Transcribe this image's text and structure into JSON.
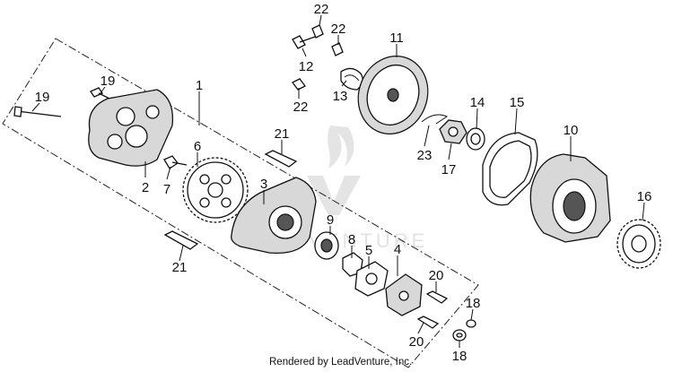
{
  "diagram": {
    "callouts": [
      {
        "id": "c1",
        "text": "1"
      },
      {
        "id": "c2",
        "text": "2"
      },
      {
        "id": "c3",
        "text": "3"
      },
      {
        "id": "c4",
        "text": "4"
      },
      {
        "id": "c5",
        "text": "5"
      },
      {
        "id": "c6",
        "text": "6"
      },
      {
        "id": "c7",
        "text": "7"
      },
      {
        "id": "c8",
        "text": "8"
      },
      {
        "id": "c9",
        "text": "9"
      },
      {
        "id": "c10",
        "text": "10"
      },
      {
        "id": "c11",
        "text": "11"
      },
      {
        "id": "c12",
        "text": "12"
      },
      {
        "id": "c13",
        "text": "13"
      },
      {
        "id": "c14",
        "text": "14"
      },
      {
        "id": "c15",
        "text": "15"
      },
      {
        "id": "c16",
        "text": "16"
      },
      {
        "id": "c17",
        "text": "17"
      },
      {
        "id": "c18a",
        "text": "18"
      },
      {
        "id": "c18b",
        "text": "18"
      },
      {
        "id": "c19a",
        "text": "19"
      },
      {
        "id": "c19b",
        "text": "19"
      },
      {
        "id": "c20a",
        "text": "20"
      },
      {
        "id": "c20b",
        "text": "20"
      },
      {
        "id": "c21a",
        "text": "21"
      },
      {
        "id": "c21b",
        "text": "21"
      },
      {
        "id": "c22a",
        "text": "22"
      },
      {
        "id": "c22b",
        "text": "22"
      },
      {
        "id": "c22c",
        "text": "22"
      },
      {
        "id": "c23",
        "text": "23"
      }
    ]
  },
  "watermark": {
    "text": "LEADVENTURE"
  },
  "footer": {
    "text": "Rendered by LeadVenture, Inc."
  }
}
